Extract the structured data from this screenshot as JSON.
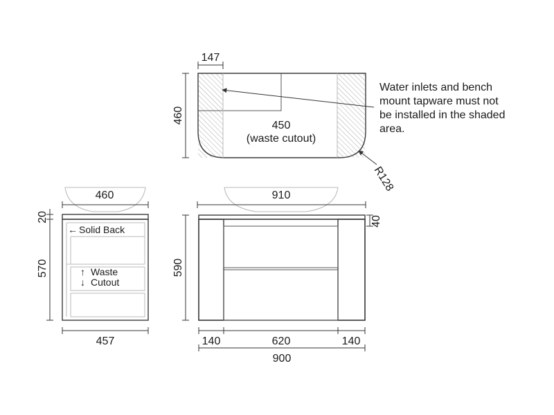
{
  "top_view": {
    "dim_width_147": "147",
    "dim_depth_460": "460",
    "dim_waste_450": "450",
    "dim_waste_note": "(waste cutout)",
    "dim_radius": "R128"
  },
  "note": {
    "lines": [
      "Water inlets and bench",
      "mount tapware must not",
      "be installed in the shaded",
      "area."
    ]
  },
  "side_view": {
    "dim_basin_460": "460",
    "dim_top_20": "20",
    "dim_body_570": "570",
    "dim_depth_457": "457",
    "label_solid_back": "Solid Back",
    "label_waste_line1": "Waste",
    "label_waste_line2": "Cutout"
  },
  "front_view": {
    "dim_basin_910": "910",
    "dim_top_40": "40",
    "dim_height_590": "590",
    "dim_left_140": "140",
    "dim_center_620": "620",
    "dim_right_140": "140",
    "dim_total_900": "900"
  },
  "colors": {
    "line": "#3a3a3a",
    "hatch": "#aaaaaa",
    "text": "#1a1a1a"
  }
}
